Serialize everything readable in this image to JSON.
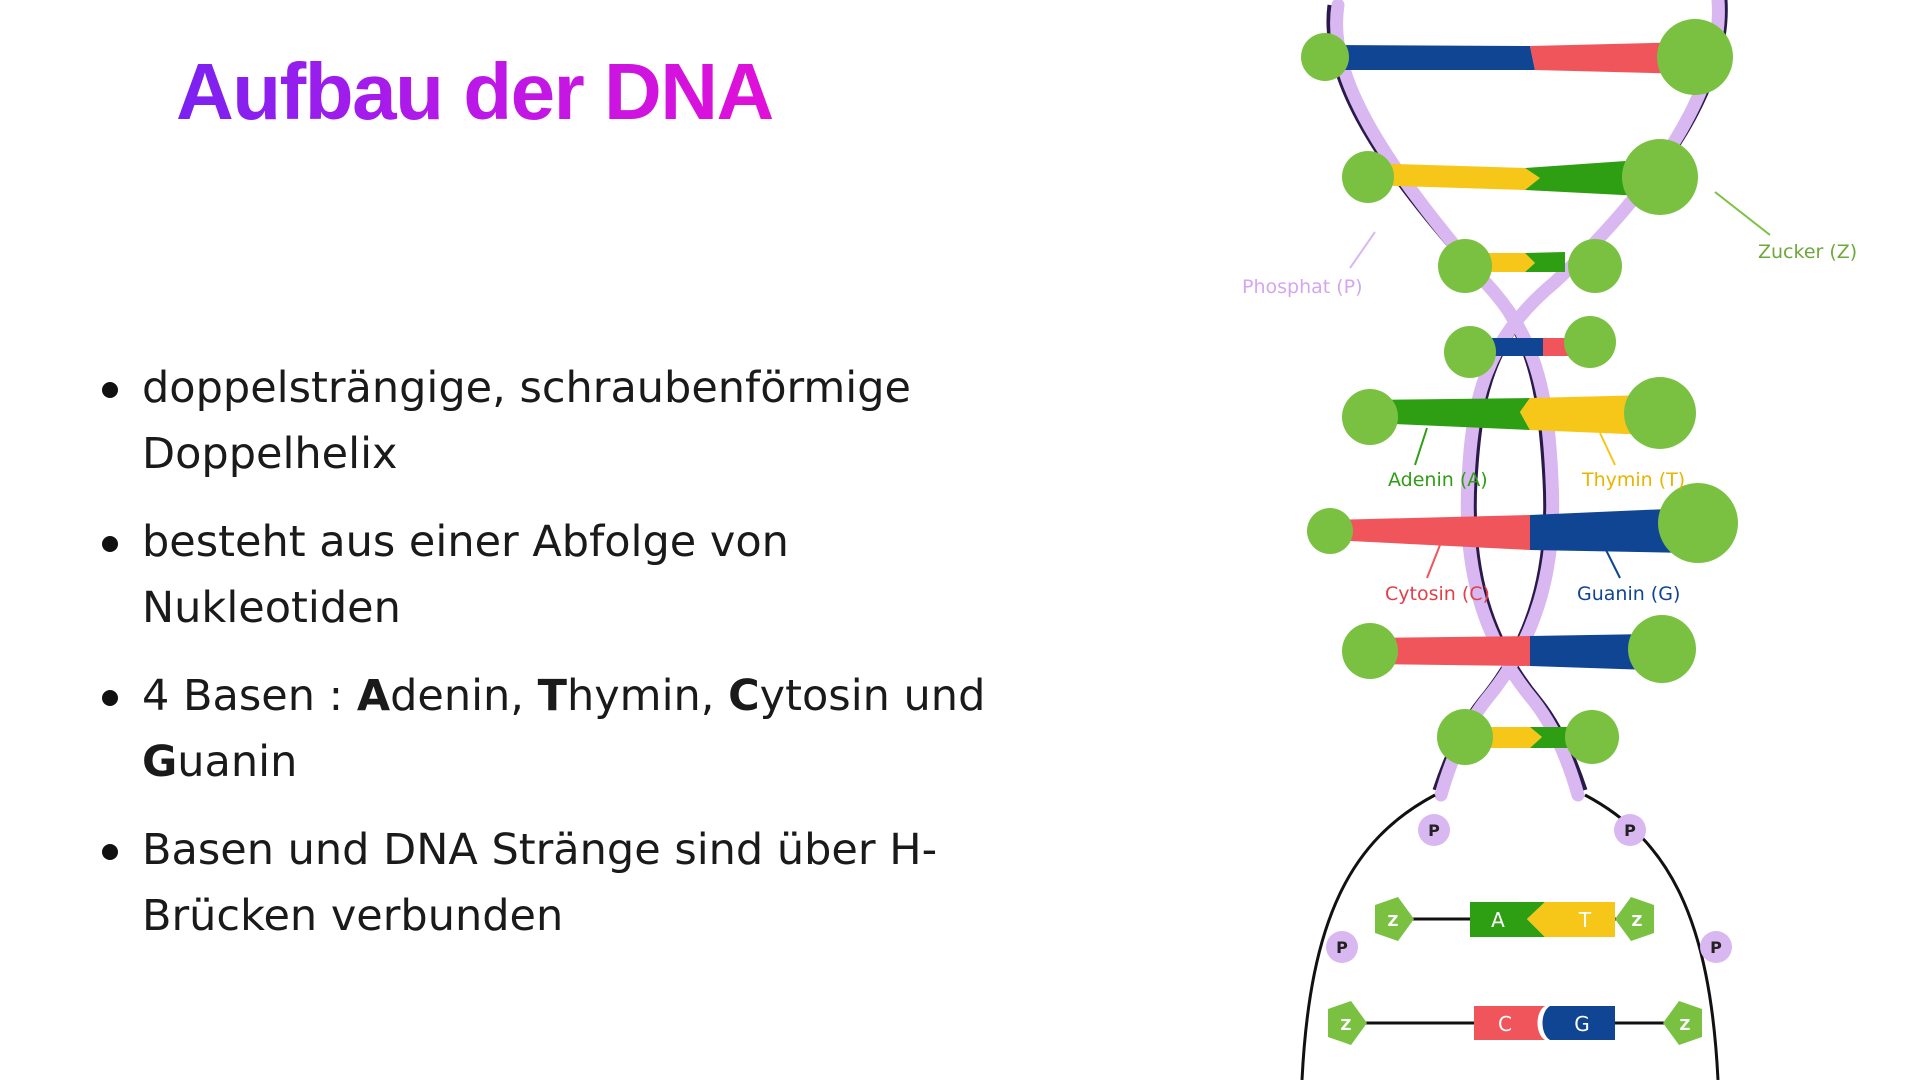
{
  "title": "Aufbau der DNA",
  "bullets": [
    {
      "text": "doppelsträngige, schraubenförmige Doppelhelix"
    },
    {
      "text": "besteht aus einer Abfolge von Nukleotiden"
    },
    {
      "prefix": "4 Basen : ",
      "b1": "A",
      "t1": "denin, ",
      "b2": "T",
      "t2": "hymin, ",
      "b3": "C",
      "t3": "ytosin und ",
      "b4": "G",
      "t4": "uanin"
    },
    {
      "text": "Basen und DNA Stränge sind über H-Brücken verbunden"
    }
  ],
  "diagram": {
    "labels": {
      "phosphate": "Phosphat (P)",
      "sugar": "Zucker (Z)",
      "adenine": "Adenin (A)",
      "thymine": "Thymin (T)",
      "cytosine": "Cytosin (C)",
      "guanine": "Guanin (G)"
    },
    "strand_letters": {
      "p": "P",
      "z": "Z",
      "a": "A",
      "t": "T",
      "c": "C",
      "g": "G"
    },
    "colors": {
      "adenine": "#2e9e12",
      "thymine": "#f6c719",
      "cytosine": "#f0555c",
      "guanine": "#0f4592",
      "sugar": "#7ac142",
      "phosphate": "#d9b8f2",
      "title_start": "#7a22f0",
      "title_end": "#e010d8"
    }
  }
}
